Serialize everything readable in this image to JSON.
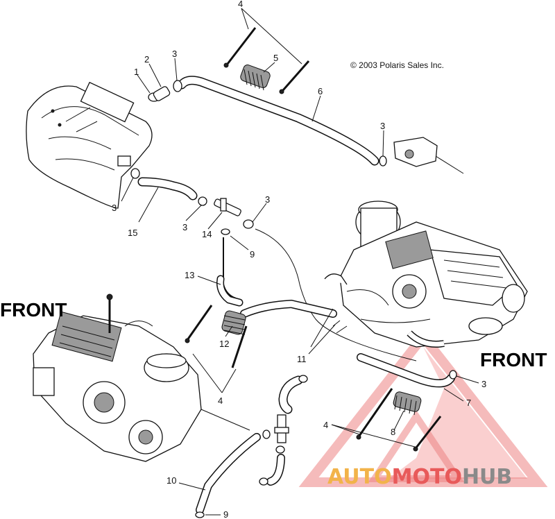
{
  "copyright": "© 2003 Polaris Sales Inc.",
  "front_left": "FRONT",
  "front_right": "FRONT",
  "watermark": {
    "part1": "AUTO",
    "part2": "MOTO",
    "part3": "HUB"
  },
  "callouts": {
    "c4_top": "4",
    "c2": "2",
    "c3_top": "3",
    "c1": "1",
    "c5": "5",
    "c6": "6",
    "c3_right": "3",
    "c3_left": "3",
    "c15": "15",
    "c3_mid": "3",
    "c14": "14",
    "c3_mid2": "3",
    "c9_mid": "9",
    "c13": "13",
    "c12": "12",
    "c11": "11",
    "c4_mid": "4",
    "c3_rlow": "3",
    "c7": "7",
    "c4_low": "4",
    "c8": "8",
    "c10": "10",
    "c9_bot": "9"
  },
  "colors": {
    "line": "#111111",
    "watermark_red": "#e85a5a",
    "watermark_orange": "#f2b34a",
    "watermark_gray": "#8a8a8a"
  }
}
